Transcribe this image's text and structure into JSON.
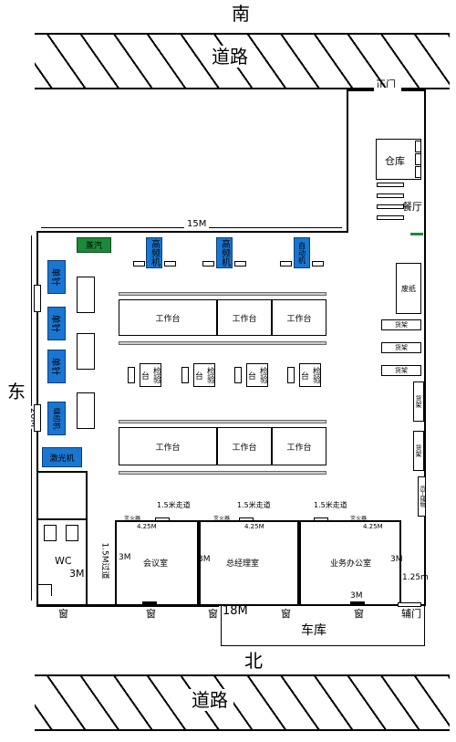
{
  "directions": {
    "south": "南",
    "north": "北",
    "east": "东"
  },
  "roads": {
    "top": "道路",
    "bottom": "道路"
  },
  "entrances": {
    "main_gate": "正门",
    "side_gate": "辅门"
  },
  "dimensions": {
    "width_15m": "15M",
    "depth_20m": "20M",
    "length_18m": "18M",
    "aisle_15": "1.5米走道",
    "corridor_15": "1.5M过道",
    "w425": "4.25M",
    "d3m": "3M",
    "d125": "1.25m"
  },
  "rooms": {
    "warehouse": "仓库",
    "canteen": "餐厅",
    "garage": "车库",
    "wc": "WC",
    "meeting": "会议室",
    "gm": "总经理室",
    "sales": "业务办公室"
  },
  "equipment": {
    "steam": "蒸汽",
    "hf1": "高频机",
    "hf2": "高频机",
    "auto": "自动机",
    "m1": "单针",
    "m2": "单针",
    "m3": "单针",
    "m4": "缝纫机",
    "laser": "激光机",
    "paper": "废纸",
    "window": "窗",
    "fire": "灭火器",
    "fire2": "灭火器"
  },
  "work_tables": {
    "label": "工作台"
  },
  "inspect_tables": {
    "label": "检验台"
  },
  "shelves": {
    "label": "货架",
    "tool": "员工储物"
  },
  "colors": {
    "blue": "#1976d2",
    "green": "#1b8a3a"
  }
}
